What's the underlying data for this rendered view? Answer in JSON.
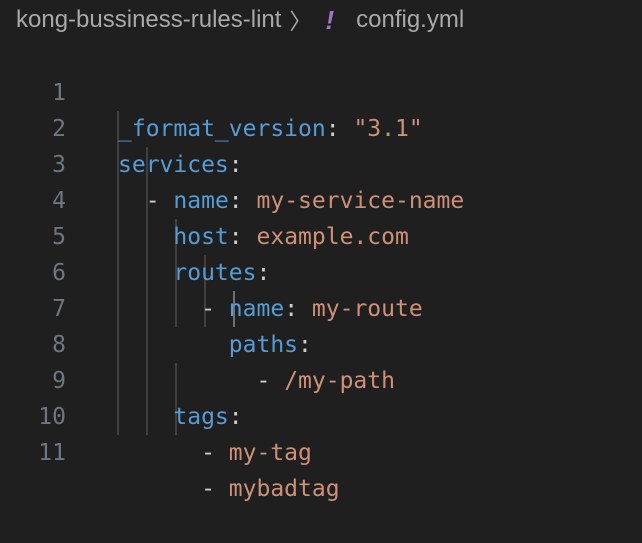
{
  "breadcrumb": {
    "folder": "kong-bussiness-rules-lint",
    "separator": "〉",
    "file_icon": "!",
    "file_icon_name": "yaml-exclamation-icon",
    "file": "config.yml"
  },
  "colors": {
    "background": "#1f1f1f",
    "key": "#569cd6",
    "string": "#ce9178",
    "line_number": "#6e7681",
    "file_icon": "#a074c4"
  },
  "editor": {
    "language": "yaml",
    "lines": [
      {
        "n": "1",
        "indent": "",
        "dash": "",
        "key": "_format_version",
        "colon": ":",
        "value": "\"3.1\""
      },
      {
        "n": "2",
        "indent": "",
        "dash": "",
        "key": "services",
        "colon": ":",
        "value": ""
      },
      {
        "n": "3",
        "indent": "  ",
        "dash": "- ",
        "key": "name",
        "colon": ":",
        "value": "my-service-name"
      },
      {
        "n": "4",
        "indent": "    ",
        "dash": "",
        "key": "host",
        "colon": ":",
        "value": "example.com"
      },
      {
        "n": "5",
        "indent": "    ",
        "dash": "",
        "key": "routes",
        "colon": ":",
        "value": ""
      },
      {
        "n": "6",
        "indent": "      ",
        "dash": "- ",
        "key": "name",
        "colon": ":",
        "value": "my-route"
      },
      {
        "n": "7",
        "indent": "        ",
        "dash": "",
        "key": "paths",
        "colon": ":",
        "value": ""
      },
      {
        "n": "8",
        "indent": "          ",
        "dash": "- ",
        "key": "",
        "colon": "",
        "value": "/my-path"
      },
      {
        "n": "9",
        "indent": "    ",
        "dash": "",
        "key": "tags",
        "colon": ":",
        "value": ""
      },
      {
        "n": "10",
        "indent": "      ",
        "dash": "- ",
        "key": "",
        "colon": "",
        "value": "my-tag"
      },
      {
        "n": "11",
        "indent": "      ",
        "dash": "- ",
        "key": "",
        "colon": "",
        "value": "mybadtag"
      }
    ]
  }
}
